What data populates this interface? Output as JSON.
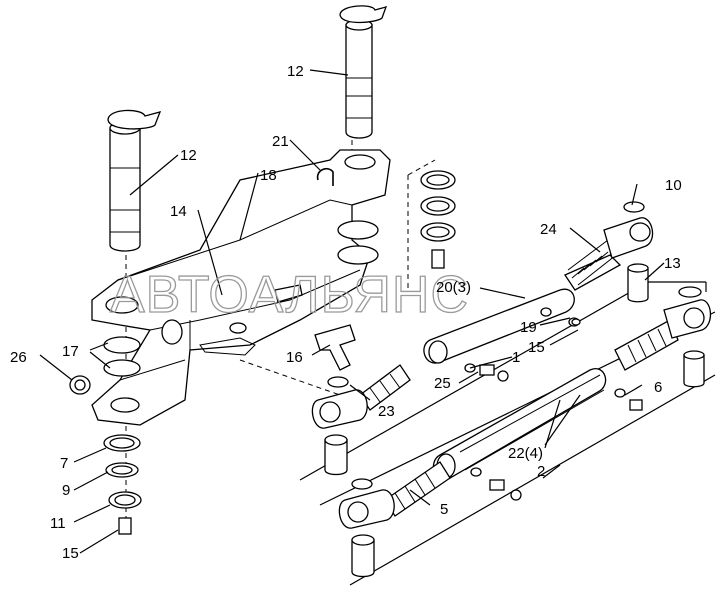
{
  "watermark": "АВТОАЛЬЯНС",
  "callouts": {
    "c1": "1",
    "c2": "2",
    "c5": "5",
    "c6": "6",
    "c7": "7",
    "c9": "9",
    "c10": "10",
    "c11": "11",
    "c12a": "12",
    "c12b": "12",
    "c13": "13",
    "c14": "14",
    "c15a": "15",
    "c15b": "15",
    "c16": "16",
    "c17": "17",
    "c18": "18",
    "c19": "19",
    "c20": "20(3)",
    "c21": "21",
    "c22": "22(4)",
    "c23": "23",
    "c24": "24",
    "c25": "25",
    "c26": "26"
  }
}
